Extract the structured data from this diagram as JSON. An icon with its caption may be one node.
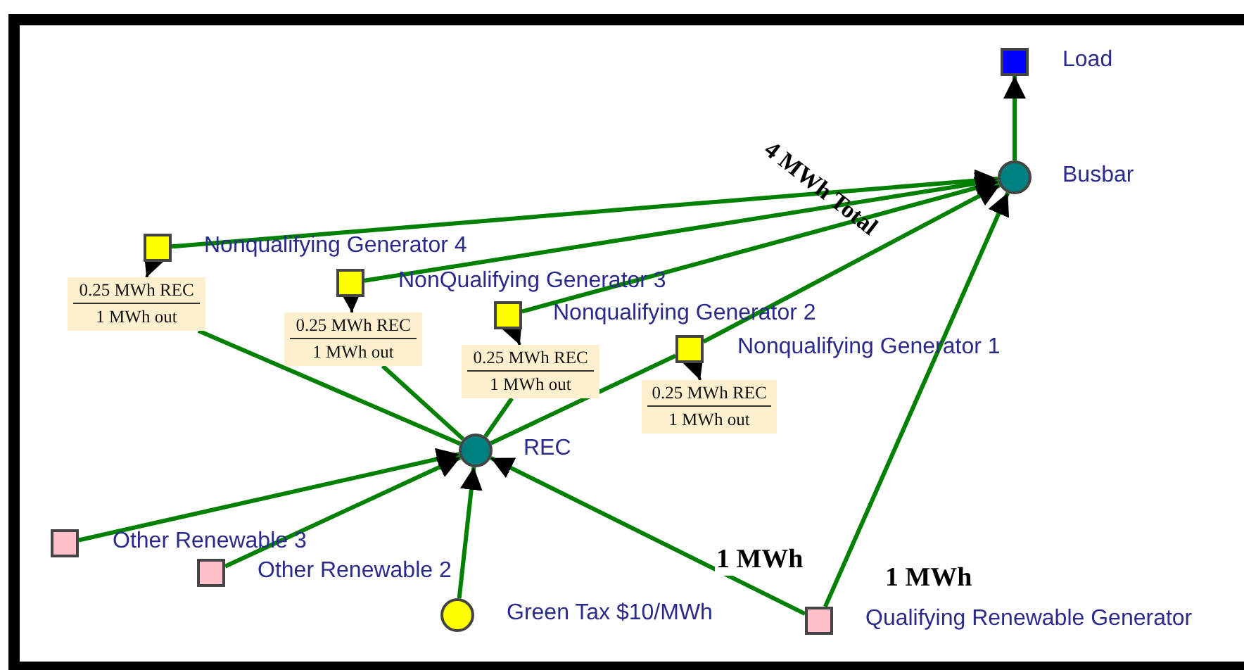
{
  "diagram": {
    "nodes": [
      {
        "text": [],
        "shape": "box"
      },
      {
        "text": [],
        "shape": "circle"
      },
      {
        "text": [],
        "shape": "box"
      },
      {
        "text": [
          "0.25 MWh REC",
          "1 MWh out"
        ]
      },
      {
        "text": [],
        "shape": "box"
      },
      {
        "text": [
          "0.25 MWh REC",
          "1 MWh out"
        ]
      },
      {
        "text": [],
        "shape": "box"
      },
      {
        "text": [
          "0.25 MWh REC",
          "1 MWh out"
        ]
      },
      {
        "text": [],
        "shape": "box"
      },
      {
        "text": [
          "0.25 MWh REC",
          "1 MWh out"
        ]
      },
      {
        "text": [],
        "shape": "circle"
      },
      {
        "text": [],
        "shape": "box"
      },
      {
        "text": [],
        "shape": "box"
      },
      {
        "text": [],
        "shape": "circle"
      },
      {
        "text": [],
        "shape": "box"
      }
    ],
    "edges": [
      {
        "from": 1,
        "to": 0,
        "arrow": "to"
      },
      {
        "from": 2,
        "to": 1,
        "arrow": "to"
      },
      {
        "from": 4,
        "to": 1,
        "arrow": "to"
      },
      {
        "from": 6,
        "to": 1,
        "arrow": "to"
      },
      {
        "from": 8,
        "to": 1,
        "arrow": "to"
      },
      {
        "from": 14,
        "to": 1,
        "arrow": "to",
        "label": "1 MWh"
      },
      {
        "from": 3,
        "to": 10,
        "arrow": "none"
      },
      {
        "from": 5,
        "to": 10,
        "arrow": "none"
      },
      {
        "from": 7,
        "to": 10,
        "arrow": "none"
      },
      {
        "from": 8,
        "to": 10,
        "arrow": "none"
      },
      {
        "from": 11,
        "to": 10,
        "arrow": "to"
      },
      {
        "from": 12,
        "to": 10,
        "arrow": "to"
      },
      {
        "from": 13,
        "to": 10,
        "arrow": "to"
      },
      {
        "from": 14,
        "to": 10,
        "arrow": "to",
        "label": "1 MWh"
      },
      {
        "from": 2,
        "to": 3,
        "arrow": "to",
        "color": "#000000"
      },
      {
        "from": 4,
        "to": 5,
        "arrow": "to",
        "color": "#000000"
      },
      {
        "from": 6,
        "to": 7,
        "arrow": "to",
        "color": "#000000"
      },
      {
        "from": 8,
        "to": 9,
        "arrow": "to",
        "color": "#000000"
      }
    ],
    "labels": [
      "Load",
      "Busbar",
      "4 MWh Total",
      "Nonqualifying Generator 4",
      "NonQualifying Generator 3",
      "Nonqualifying Generator 2",
      "Nonqualifying Generator 1",
      "REC",
      "Other Renewable 3",
      "Other Renewable 2",
      "Green Tax $10/MWh",
      "Qualifying Renewable Generator"
    ]
  }
}
